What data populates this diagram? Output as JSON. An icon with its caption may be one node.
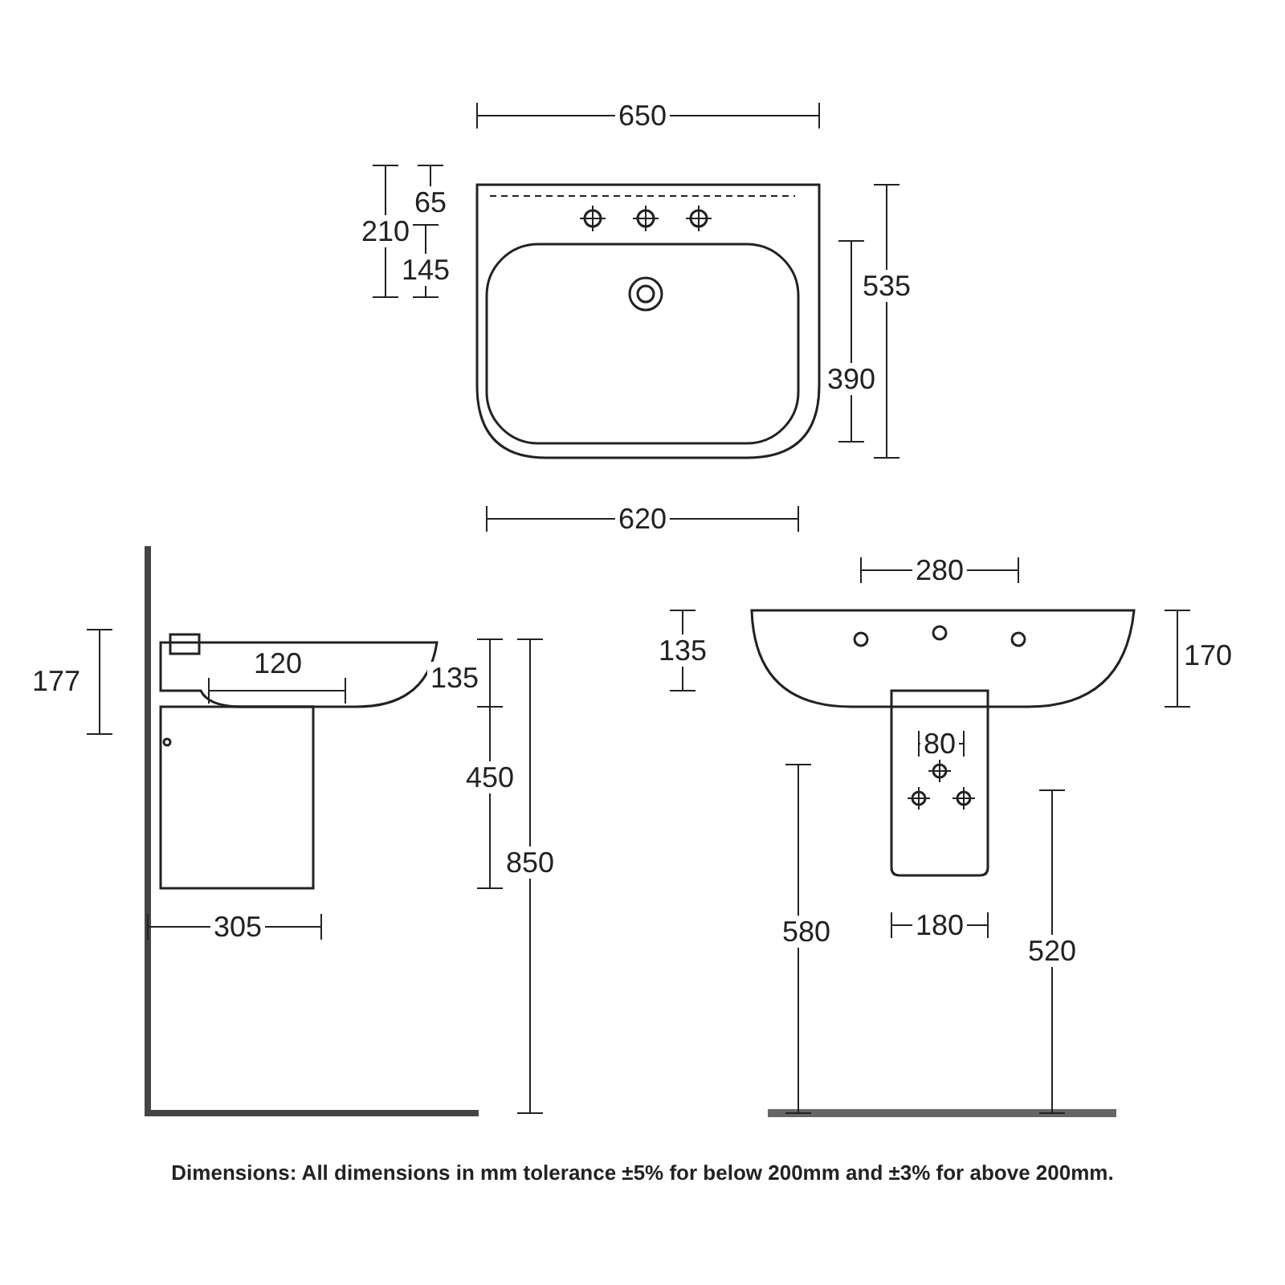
{
  "diagram": {
    "caption": "Dimensions: All dimensions in mm tolerance ±5% for below 200mm and ±3% for above 200mm.",
    "labels": [
      "650",
      "65",
      "210",
      "145",
      "535",
      "390",
      "620",
      "177",
      "120",
      "135",
      "450",
      "850",
      "305",
      "280",
      "135",
      "170",
      "80",
      "580",
      "180",
      "520"
    ]
  }
}
